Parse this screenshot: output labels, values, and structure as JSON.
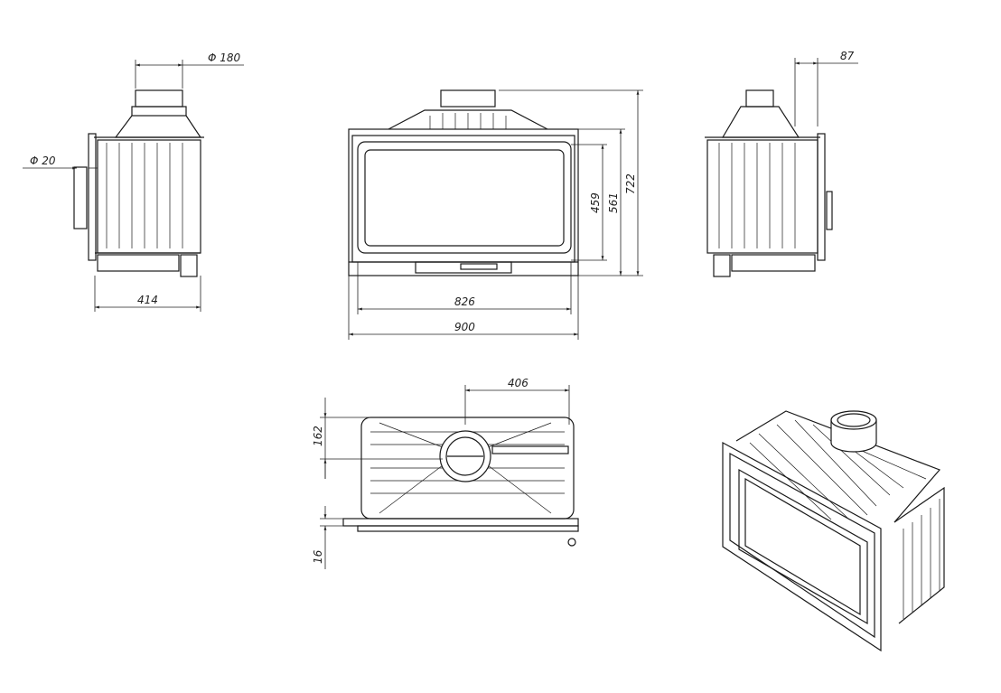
{
  "title": "Fireplace insert technical drawing",
  "dimensions": {
    "flue_diameter": "Φ 180",
    "handle_diameter": "Φ 20",
    "side_depth": "414",
    "glass_width": "826",
    "total_width": "900",
    "glass_height": "459",
    "front_height": "561",
    "total_height": "722",
    "side_offset": "87",
    "flue_offset": "406",
    "flue_depth": "162",
    "frame_thickness": "16"
  }
}
